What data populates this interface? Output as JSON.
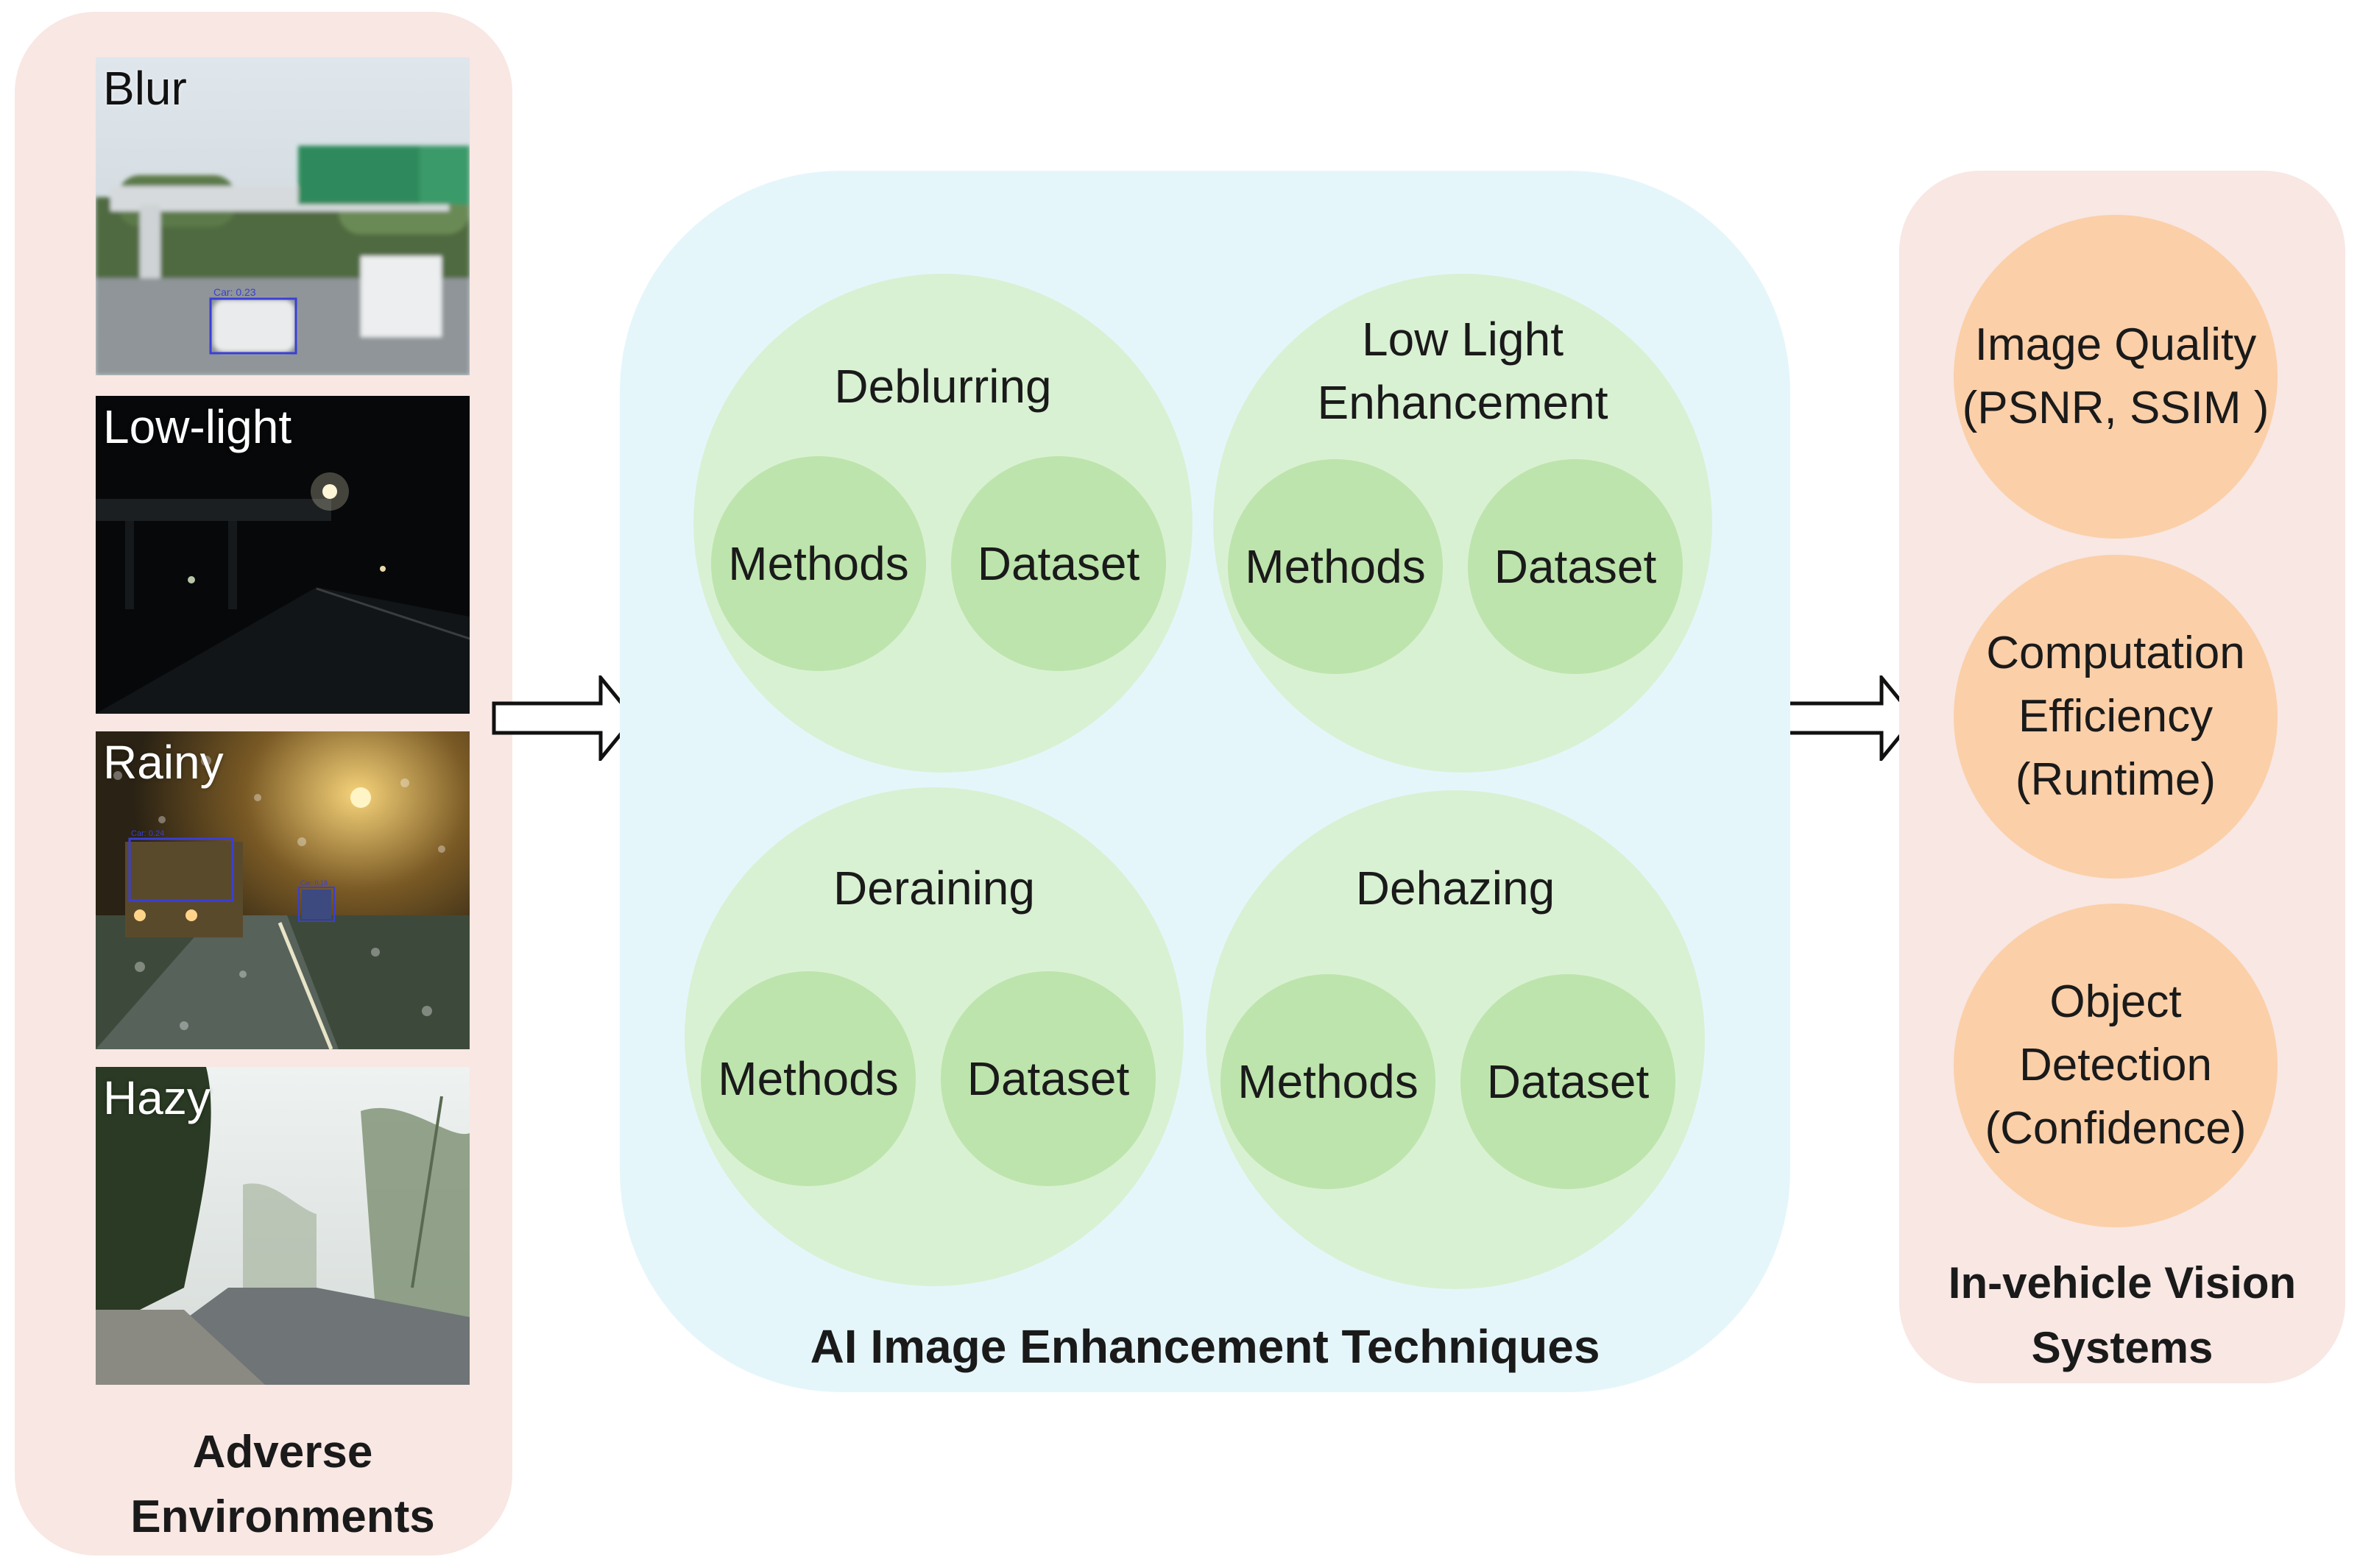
{
  "left_panel": {
    "title": "Adverse\nEnvironments",
    "images": [
      {
        "label": "Blur",
        "condition": "blur"
      },
      {
        "label": "Low-light",
        "condition": "low-light"
      },
      {
        "label": "Rainy",
        "condition": "rain"
      },
      {
        "label": "Hazy",
        "condition": "haze"
      }
    ],
    "detection_labels": [
      "Car: 0.23",
      "Car: 0.24",
      "Car: 0.18"
    ]
  },
  "center_panel": {
    "title": "AI Image Enhancement Techniques",
    "techniques": [
      {
        "name": "Deblurring",
        "items": [
          "Methods",
          "Dataset"
        ]
      },
      {
        "name": "Low Light\nEnhancement",
        "items": [
          "Methods",
          "Dataset"
        ]
      },
      {
        "name": "Deraining",
        "items": [
          "Methods",
          "Dataset"
        ]
      },
      {
        "name": "Dehazing",
        "items": [
          "Methods",
          "Dataset"
        ]
      }
    ]
  },
  "right_panel": {
    "title": "In-vehicle Vision\nSystems",
    "metrics": [
      "Image Quality\n(PSNR, SSIM )",
      "Computation\nEfficiency\n(Runtime)",
      "Object\nDetection\n(Confidence)"
    ]
  },
  "colors": {
    "side_panel": "#f8e7e3",
    "center_panel": "#e5f6fb",
    "technique_circle": "#d9f1d3",
    "item_circle": "#bde4ac",
    "metric_circle": "#fbcfa8"
  }
}
